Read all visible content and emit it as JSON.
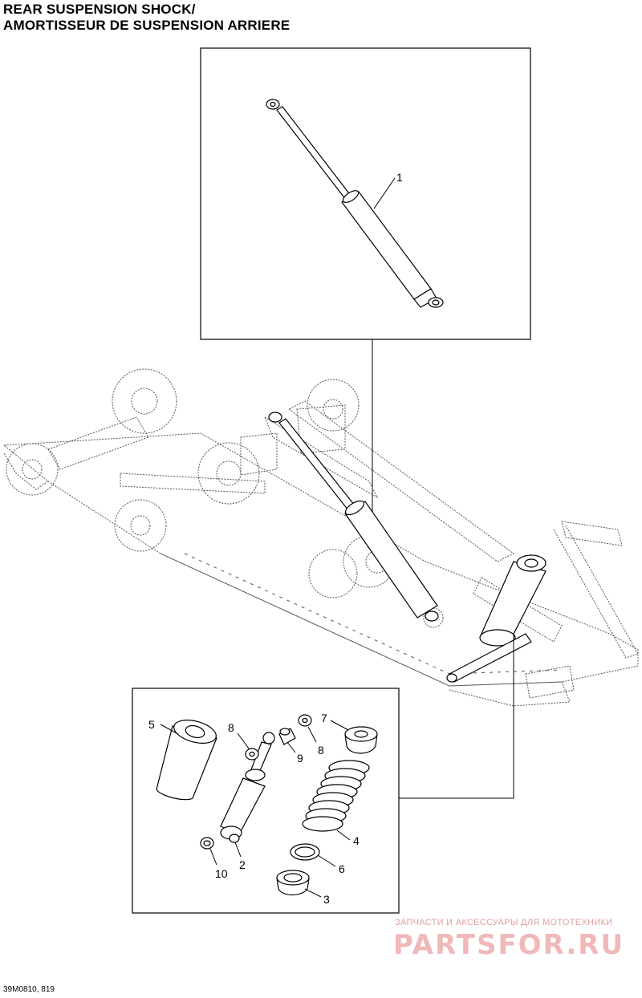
{
  "title": {
    "line1": "REAR SUSPENSION SHOCK/",
    "line2": "AMORTISSEUR DE SUSPENSION ARRIERE"
  },
  "callouts": {
    "c1": "1",
    "c2": "2",
    "c3": "3",
    "c4": "4",
    "c5": "5",
    "c6": "6",
    "c7": "7",
    "c8a": "8",
    "c8b": "8",
    "c9": "9",
    "c10": "10"
  },
  "reference": "39M0810, 819",
  "watermark": {
    "tagline": "ЗАПЧАСТИ И АКСЕССУАРЫ ДЛЯ МОТОТЕХНИКИ",
    "brand": "PARTSFOR.RU"
  }
}
